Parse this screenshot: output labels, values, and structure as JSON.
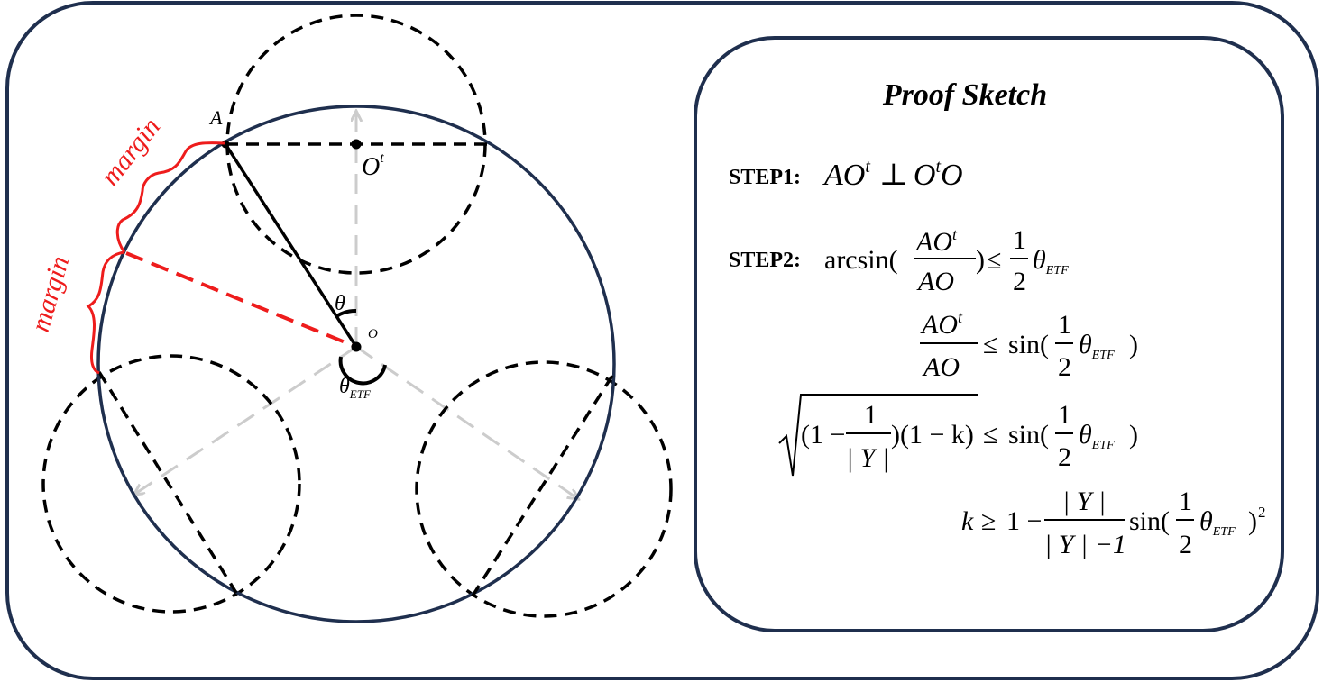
{
  "colors": {
    "frame": "#1f2f4e",
    "ink": "#000000",
    "margin": "#ee1c1c",
    "arrow_gray": "#cccccc"
  },
  "figure": {
    "point_A": "A",
    "point_Ot_base": "O",
    "point_Ot_sup": "t",
    "point_O": "O",
    "angle_theta": "θ",
    "angle_etf_base": "θ",
    "angle_etf_sub": "ETF",
    "margin_label_1": "margin",
    "margin_label_2": "margin"
  },
  "proof": {
    "title": "Proof Sketch",
    "step1_label": "STEP1:",
    "step2_label": "STEP2:",
    "sym_A": "A",
    "sym_O": "O",
    "sup_t": "t",
    "perp": "⊥",
    "leq": "≤",
    "geq": "≥",
    "arcsin": "arcsin(",
    "sin_open": "sin(",
    "close_paren": ")",
    "theta": "θ",
    "etf": "ETF",
    "one": "1",
    "two": "2",
    "one_minus": "(1 −",
    "bar_Y": "| Y |",
    "bar_Y_minus_1": "| Y | −1",
    "one_minus_k": ")(1 − k)",
    "k_geq": "k",
    "one_minus_plain": "1 −",
    "squared": "2"
  }
}
